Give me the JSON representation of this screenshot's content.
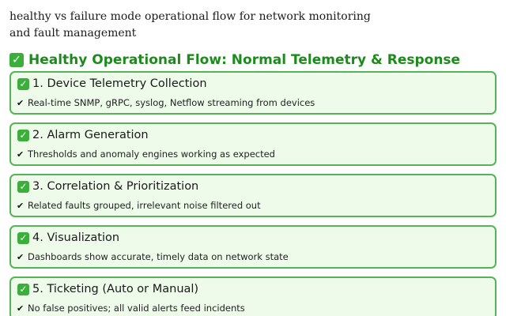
{
  "caption": "healthy vs failure mode operational flow for network monitoring and fault management",
  "section": {
    "heading": "Healthy Operational Flow: Normal Telemetry & Response",
    "icon": "check-mark-button-icon",
    "accent_color": "#1e8a1e",
    "card_border_color": "#55b455",
    "card_fill_color": "#eefbea"
  },
  "steps": [
    {
      "title": "1. Device Telemetry Collection",
      "description": "Real-time SNMP, gRPC, syslog, Netflow streaming from devices"
    },
    {
      "title": "2. Alarm Generation",
      "description": "Thresholds and anomaly engines working as expected"
    },
    {
      "title": "3. Correlation & Prioritization",
      "description": "Related faults grouped, irrelevant noise filtered out"
    },
    {
      "title": "4. Visualization",
      "description": "Dashboards show accurate, timely data on network state"
    },
    {
      "title": "5. Ticketing (Auto or Manual)",
      "description": "No false positives; all valid alerts feed incidents"
    }
  ],
  "bullet_glyph": "✔",
  "check_glyph": "✓"
}
